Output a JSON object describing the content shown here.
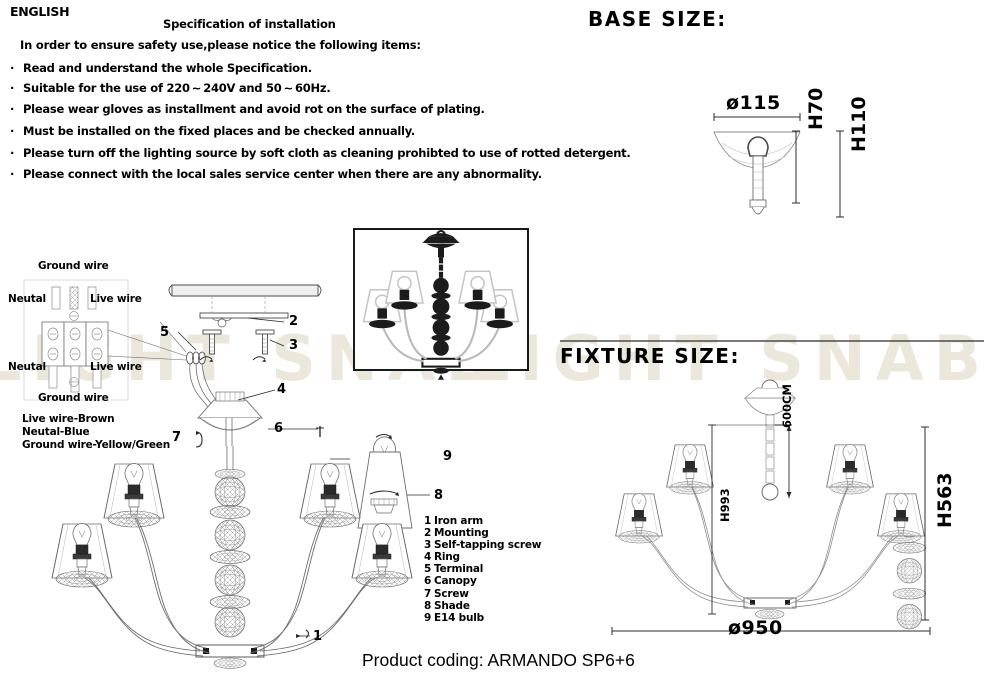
{
  "document": {
    "language_label": "ENGLISH",
    "spec_title": "Specification of installation",
    "intro": "In order to ensure safety use,please notice the following items:",
    "bullets": [
      "Read and understand the whole Specification.",
      "Suitable for the use of 220 ~ 240V and 50 ~ 60Hz.",
      "Please wear gloves as installment and avoid rot on the surface of plating.",
      "Must be installed on the fixed places and be checked annually.",
      "Please turn off the lighting source by soft cloth as cleaning prohibted to use of rotted detergent.",
      "Please connect with the local sales service center when there are any abnormality."
    ],
    "product_coding": "Product coding: ARMANDO SP6+6",
    "watermark": "LIGHT SNAB"
  },
  "wiring": {
    "top_ground": "Ground wire",
    "top_neutral": "Neutal",
    "top_live": "Live wire",
    "bottom_neutral": "Neutal",
    "bottom_live": "Live wire",
    "bottom_ground": "Ground wire",
    "color_key": [
      "Live wire-Brown",
      "Neutal-Blue",
      "Ground wire-Yellow/Green"
    ]
  },
  "parts_legend": [
    {
      "num": "1",
      "label": "Iron arm"
    },
    {
      "num": "2",
      "label": "Mounting"
    },
    {
      "num": "3",
      "label": "Self-tapping screw"
    },
    {
      "num": "4",
      "label": "Ring"
    },
    {
      "num": "5",
      "label": "Terminal"
    },
    {
      "num": "6",
      "label": "Canopy"
    },
    {
      "num": "7",
      "label": "Screw"
    },
    {
      "num": "8",
      "label": "Shade"
    },
    {
      "num": "9",
      "label": "E14 bulb"
    }
  ],
  "callouts": [
    "1",
    "2",
    "3",
    "4",
    "5",
    "6",
    "7",
    "8",
    "9"
  ],
  "base_size": {
    "heading": "BASE SIZE:",
    "diameter": "ø115",
    "height_canopy": "H70",
    "height_total": "H110"
  },
  "fixture_size": {
    "heading": "FIXTURE SIZE:",
    "diameter": "ø950",
    "height_body": "H563",
    "height_total": "H993",
    "chain_length": "600CM"
  },
  "colors": {
    "ink": "#000000",
    "line": "#3a3a3a",
    "thin_line": "#8d8d8d",
    "watermark": "#ece7db"
  }
}
